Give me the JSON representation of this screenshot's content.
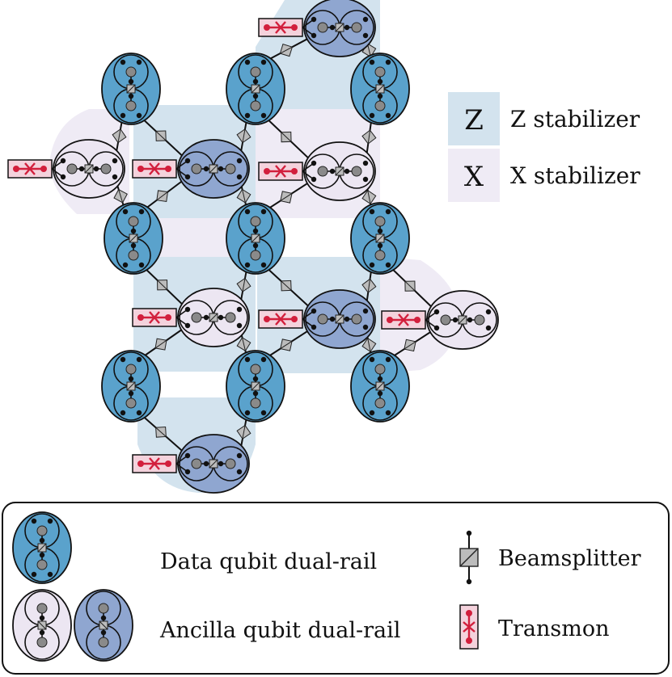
{
  "stabilizer_legend": {
    "z_letter": "Z",
    "z_label": "Z stabilizer",
    "x_letter": "X",
    "x_label": "X stabilizer"
  },
  "component_legend": {
    "data_qubit": "Data qubit dual-rail",
    "ancilla_qubit": "Ancilla qubit dual-rail",
    "beamsplitter": "Beamsplitter",
    "transmon": "Transmon"
  },
  "colors": {
    "data_fill": "#5aa2cc",
    "ancilla_z_fill": "#8fa6d0",
    "ancilla_x_fill": "#ece6f2",
    "z_region": "#d3e3ee",
    "x_region": "#efebf5",
    "transmon_fill": "#f4d2dc",
    "transmon_red": "#d21f3c",
    "mode_gray": "#8a8a8a",
    "beamsplitter_gray": "#bcbcbc"
  }
}
